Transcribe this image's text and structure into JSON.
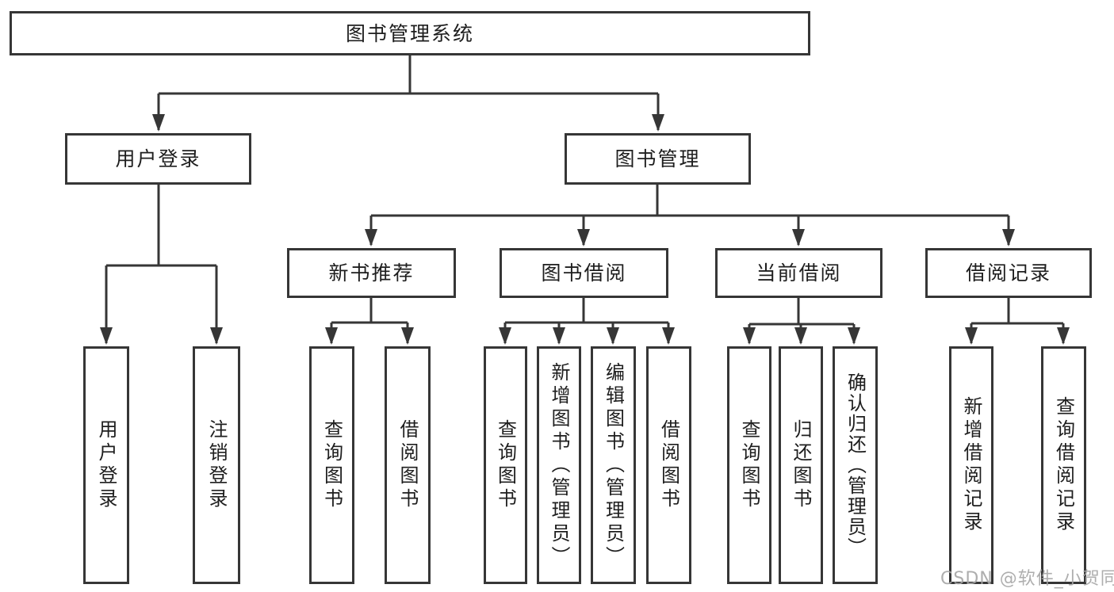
{
  "diagram": {
    "type": "hierarchy-structure-chart",
    "colors": {
      "line": "#363636",
      "box_border": "#363636",
      "box_fill": "#ffffff",
      "text": "#1e1e1e",
      "background": "#ffffff",
      "watermark": "#a5a5a5"
    },
    "watermark": "CSDN @软件_小贺同学",
    "nodes": {
      "root": {
        "label": "图书管理系统",
        "parent": null
      },
      "user_login": {
        "label": "用户登录",
        "parent": "root"
      },
      "book_management": {
        "label": "图书管理",
        "parent": "root"
      },
      "login": {
        "label": "用户登录",
        "parent": "user_login"
      },
      "logout": {
        "label": "注销登录",
        "parent": "user_login"
      },
      "new_book_recommend": {
        "label": "新书推荐",
        "parent": "book_management"
      },
      "book_borrow": {
        "label": "图书借阅",
        "parent": "book_management"
      },
      "current_borrow": {
        "label": "当前借阅",
        "parent": "book_management"
      },
      "borrow_records": {
        "label": "借阅记录",
        "parent": "book_management"
      },
      "nbr_query_book": {
        "label": "查询图书",
        "parent": "new_book_recommend"
      },
      "nbr_borrow_book": {
        "label": "借阅图书",
        "parent": "new_book_recommend"
      },
      "bb_query_book": {
        "label": "查询图书",
        "parent": "book_borrow"
      },
      "bb_add_book": {
        "label": "新增图书（管理员）",
        "parent": "book_borrow"
      },
      "bb_edit_book": {
        "label": "编辑图书（管理员）",
        "parent": "book_borrow"
      },
      "bb_borrow_book": {
        "label": "借阅图书",
        "parent": "book_borrow"
      },
      "cb_query_book": {
        "label": "查询图书",
        "parent": "current_borrow"
      },
      "cb_return_book": {
        "label": "归还图书",
        "parent": "current_borrow"
      },
      "cb_confirm_return": {
        "label": "确认归还（管理员）",
        "parent": "current_borrow"
      },
      "br_add_record": {
        "label": "新增借阅记录",
        "parent": "borrow_records"
      },
      "br_query_record": {
        "label": "查询借阅记录",
        "parent": "borrow_records"
      }
    }
  }
}
